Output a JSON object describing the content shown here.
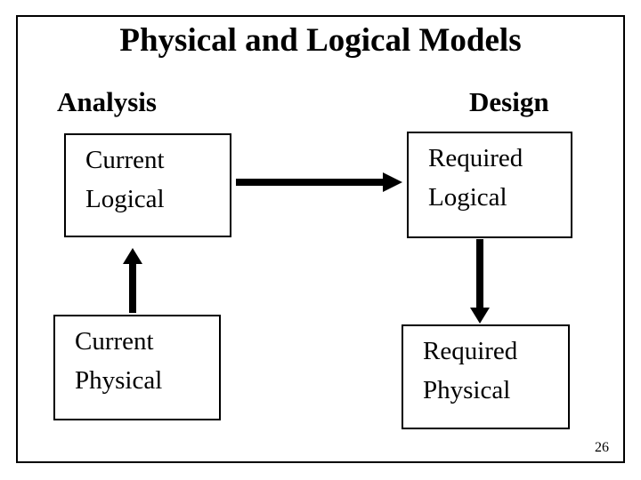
{
  "slide": {
    "title": "Physical and Logical Models",
    "page_number": "26",
    "columns": [
      {
        "label": "Analysis"
      },
      {
        "label": "Design"
      }
    ],
    "boxes": [
      {
        "name": "current-logical",
        "line1": "Current",
        "line2": "Logical"
      },
      {
        "name": "required-logical",
        "line1": "Required",
        "line2": "Logical"
      },
      {
        "name": "current-physical",
        "line1": "Current",
        "line2": "Physical"
      },
      {
        "name": "required-physical",
        "line1": "Required",
        "line2": "Physical"
      }
    ],
    "arrows": [
      {
        "name": "arrow-current-physical-to-current-logical",
        "direction": "up"
      },
      {
        "name": "arrow-current-logical-to-required-logical",
        "direction": "right"
      },
      {
        "name": "arrow-required-logical-to-required-physical",
        "direction": "down"
      }
    ],
    "colors": {
      "text": "#000000",
      "background": "#ffffff",
      "line": "#000000"
    }
  }
}
